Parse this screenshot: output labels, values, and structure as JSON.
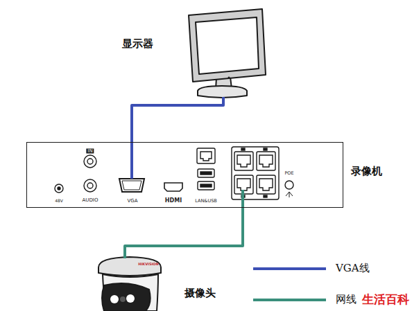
{
  "diagram": {
    "nodes": [
      {
        "text": [
          "显示器"
        ]
      },
      {
        "text": [
          "录像机"
        ]
      },
      {
        "text": [
          "摄像头"
        ]
      }
    ],
    "edges": [
      {
        "from": 0,
        "to": 1,
        "arrow": "none"
      },
      {
        "from": 2,
        "to": 1,
        "arrow": "none"
      }
    ],
    "labels": [
      "IN",
      "AUDIO",
      "48V",
      "VGA",
      "HDMI",
      "LAN&USB",
      "POE",
      "HIKVISION",
      "生活百科"
    ],
    "legend": [
      {
        "text": "VGA线"
      },
      {
        "text": "网线"
      }
    ]
  }
}
